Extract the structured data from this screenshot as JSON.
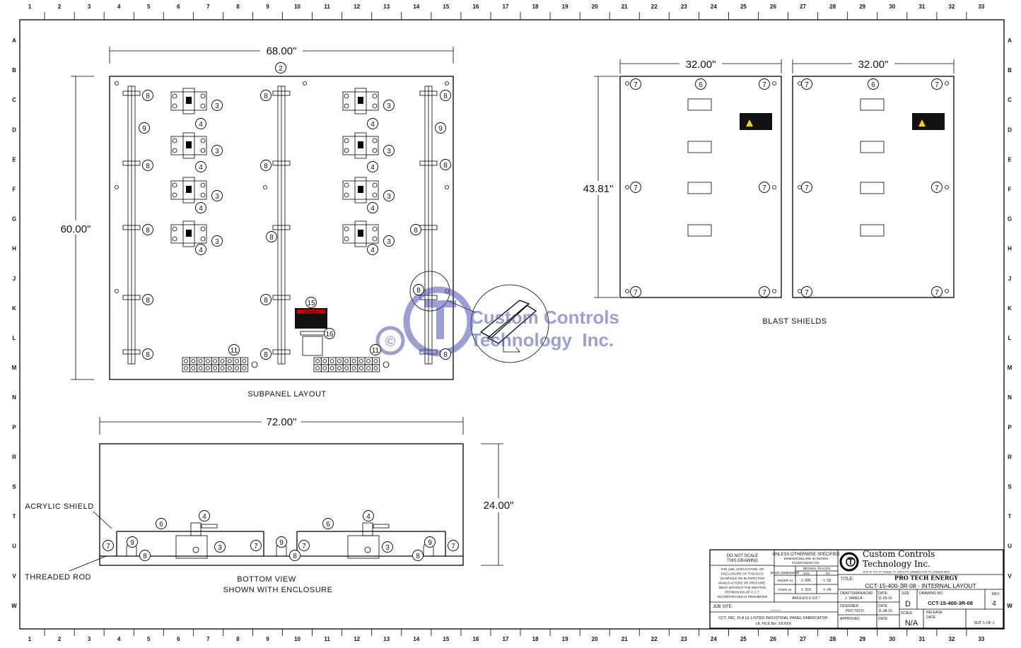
{
  "ruler": {
    "columns": [
      "1",
      "2",
      "3",
      "4",
      "5",
      "6",
      "7",
      "8",
      "9",
      "10",
      "11",
      "12",
      "13",
      "14",
      "15",
      "16",
      "17",
      "18",
      "19",
      "20",
      "21",
      "22",
      "23",
      "24",
      "25",
      "26",
      "27",
      "28",
      "29",
      "30",
      "31",
      "32",
      "33"
    ],
    "rows": [
      "A",
      "B",
      "C",
      "D",
      "E",
      "F",
      "G",
      "H",
      "J",
      "K",
      "L",
      "M",
      "N",
      "P",
      "R",
      "S",
      "T",
      "U",
      "V",
      "W"
    ]
  },
  "subpanel": {
    "width_dim": "68.00\"",
    "height_dim": "60.00\"",
    "caption": "SUBPANEL LAYOUT",
    "warning_label": "DANGER",
    "callouts": {
      "panel": "2",
      "breaker": "3",
      "handle": "4",
      "din_rail_clip": "8",
      "din_rail": "9",
      "terminal_block": "11",
      "warning_label": "15",
      "nameplate": "16"
    }
  },
  "blast_shields": {
    "caption": "BLAST SHIELDS",
    "width_dim_1": "32.00\"",
    "width_dim_2": "32.00\"",
    "height_dim": "43.81\"",
    "callouts": {
      "standoff": "7",
      "shield": "6"
    }
  },
  "bottom_view": {
    "width_dim": "72.00\"",
    "height_dim": "24.00\"",
    "caption_line1": "BOTTOM VIEW",
    "caption_line2": "SHOWN WITH ENCLOSURE",
    "acrylic_label": "ACRYLIC SHIELD",
    "rod_label": "THREADED ROD",
    "callouts": {
      "breaker": "3",
      "handle": "4",
      "shield": "6",
      "standoff": "7",
      "clip": "8",
      "rail": "9"
    }
  },
  "watermark": {
    "line1": "Custom Controls",
    "line2": "Technology  Inc.",
    "symbol": "©"
  },
  "title_block": {
    "do_not_scale": [
      "DO NOT SCALE",
      "THIS DRAWING"
    ],
    "disclaimer": [
      "THE USE, DUPLICATION, OR",
      "DISCLOSURE OF THIS DATA",
      "(IN WHOLE OR IN PART) FOR",
      "MANUFACTURE OR PROCURE-",
      "MENT WITHOUT THE WRITTEN",
      "PERMISSION OF C.C.T.",
      "INCORPORATED IS PROHIBITED"
    ],
    "unless": [
      "UNLESS OTHERWISE SPECIFIED",
      "DIMENSIONS ARE IN INCHES",
      "TOLERANCES ON :"
    ],
    "basic_dim": "BASIC DIMENSION",
    "decimal_places": "DECIMAL PLACES",
    "dp_cols": [
      ".XXX",
      ".XX"
    ],
    "under24": "UNDER 24",
    "over24": "OVER 24",
    "under_tol": [
      "± .005",
      "± .02"
    ],
    "over_tol": [
      "± .010",
      "± .04"
    ],
    "angles": "ANGLES ± 1/2 °",
    "job_site_label": "JOB SITE:",
    "job_site_value": "____",
    "ul_line1": "CCT, INC. IS A UL LISTED INDUSTRIAL PANEL FABRICATOR.",
    "ul_line2": "UL FILE No. XXXXX",
    "company_line1": "Custom Controls",
    "company_line2": "Technology Inc.",
    "company_address": "2230 W 7TH ST  Hialeah, FL 33010  PH (305)883-3700  FX (305)816-5879",
    "title_label": "TITLE:",
    "title_line1": "PRO TECH ENERGY",
    "title_line2": "CCT-15-400-3R-08 - INTERNAL LAYOUT",
    "draftsman_label": "DRAFTSMAN/ACAD",
    "draftsman_value": "J. VARELA",
    "date_label": "DATE",
    "draft_date": "11-03-16",
    "designer_label": "DESIGNER",
    "designer_value": "PRO TECH",
    "designer_date": "11-08-16",
    "approved_label": "APPROVED",
    "size_label": "SIZE",
    "size_value": "D",
    "drawing_no_label": "DRAWING NO.",
    "drawing_no_value": "CCT-15-400-3R-08",
    "rev_label": "REV",
    "rev_value": "4",
    "scale_label": "SCALE",
    "scale_value": "N/A",
    "release_label": "RELEASE",
    "release_date_label": "DATE",
    "sheet_text": "SHT 1 OF 1"
  }
}
